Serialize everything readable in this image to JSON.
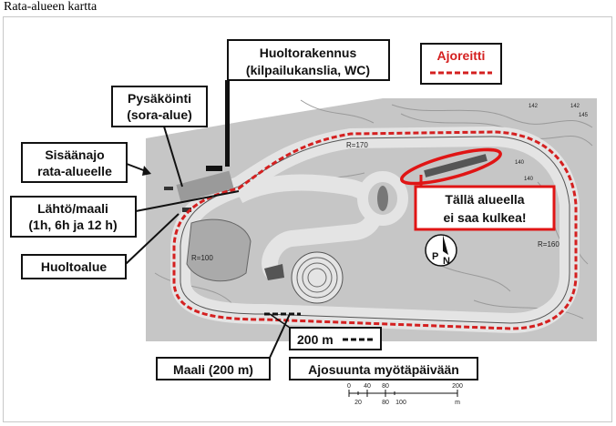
{
  "page": {
    "title": "Rata-alueen kartta"
  },
  "legend": {
    "route_label": "Ajoreitti",
    "route_color": "#d42020"
  },
  "labels": {
    "service_building_line1": "Huoltorakennus",
    "service_building_line2": "(kilpailukanslia, WC)",
    "parking_line1": "Pysäköinti",
    "parking_line2": "(sora-alue)",
    "entrance_line1": "Sisäänajo",
    "entrance_line2": "rata-alueelle",
    "start_line1": "Lähtö/maali",
    "start_line2": "(1h, 6h ja 12 h)",
    "service_area": "Huoltoalue",
    "finish": "Maali (200 m)",
    "direction": "Ajosuunta myötäpäivään",
    "distance": "200 m",
    "restricted_line1": "Tällä alueella",
    "restricted_line2": "ei saa kulkea!"
  },
  "map_marks": {
    "radius_170": "R=170",
    "radius_100": "R=100",
    "radius_160": "R=160",
    "north_p": "P",
    "north_n": "N",
    "contours": [
      "142",
      "142",
      "140",
      "140",
      "145"
    ]
  },
  "scale": {
    "top_ticks": [
      "0",
      "40",
      "80",
      "200"
    ],
    "bottom_ticks": [
      "20",
      "80",
      "100"
    ],
    "unit": "m"
  },
  "colors": {
    "map_bg": "#c8c8c8",
    "track": "#e4e4e4",
    "restricted": "#e01515"
  }
}
